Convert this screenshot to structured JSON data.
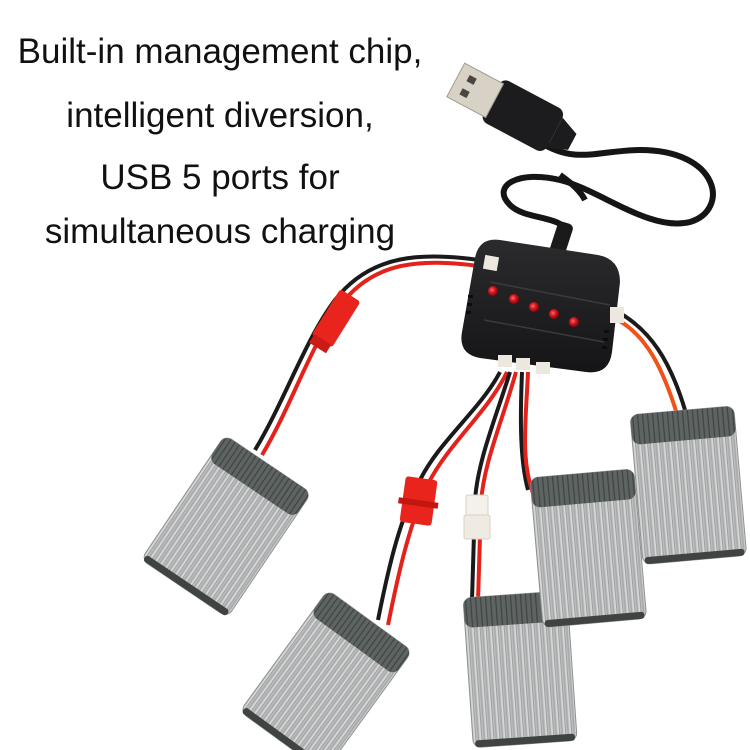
{
  "caption": {
    "lines": [
      "Built-in management chip,",
      "intelligent diversion,",
      "USB 5 ports for",
      "simultaneous charging"
    ]
  },
  "product": {
    "hub": {
      "ports": 5,
      "led_count": 5,
      "led_color": "#d8141c",
      "body_color": "#1e1e20"
    },
    "usb_cable": {
      "connector": "usb-a",
      "cable_color": "#151515"
    },
    "batteries": {
      "count": 5,
      "wrap_color": "#c9cacb",
      "cap_color": "#5c625f"
    },
    "wires": {
      "positive": "#e3231b",
      "negative": "#1a1a1a"
    },
    "connectors": {
      "jst_color": "#e8241c",
      "molex_color": "#f1ede6"
    }
  }
}
